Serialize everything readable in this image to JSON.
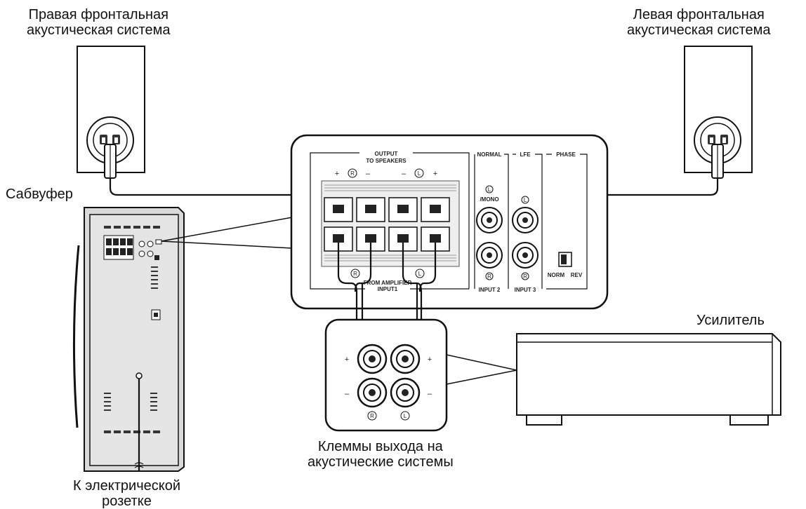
{
  "captions": {
    "right_front_line1": "Правая фронтальная",
    "right_front_line2": "акустическая система",
    "left_front_line1": "Левая фронтальная",
    "left_front_line2": "акустическая система",
    "subwoofer": "Сабвуфер",
    "amplifier": "Усилитель",
    "terminals_line1": "Клеммы выхода на",
    "terminals_line2": "акустические системы",
    "outlet_line1": "К электрической",
    "outlet_line2": "розетке"
  },
  "panel": {
    "output_line1": "OUTPUT",
    "output_line2": "TO SPEAKERS",
    "plus": "+",
    "minus": "–",
    "ch_r": "R",
    "ch_l": "L",
    "from_amplifier": "FROM AMPLIFIER",
    "input1": "INPUT1",
    "normal": "NORMAL",
    "lfe": "LFE",
    "phase": "PHASE",
    "mono": "/MONO",
    "input2": "INPUT 2",
    "input3": "INPUT 3",
    "norm": "NORM",
    "rev": "REV"
  },
  "amp_terminals": {
    "plus": "+",
    "minus": "–",
    "ch_r": "R",
    "ch_l": "L"
  }
}
